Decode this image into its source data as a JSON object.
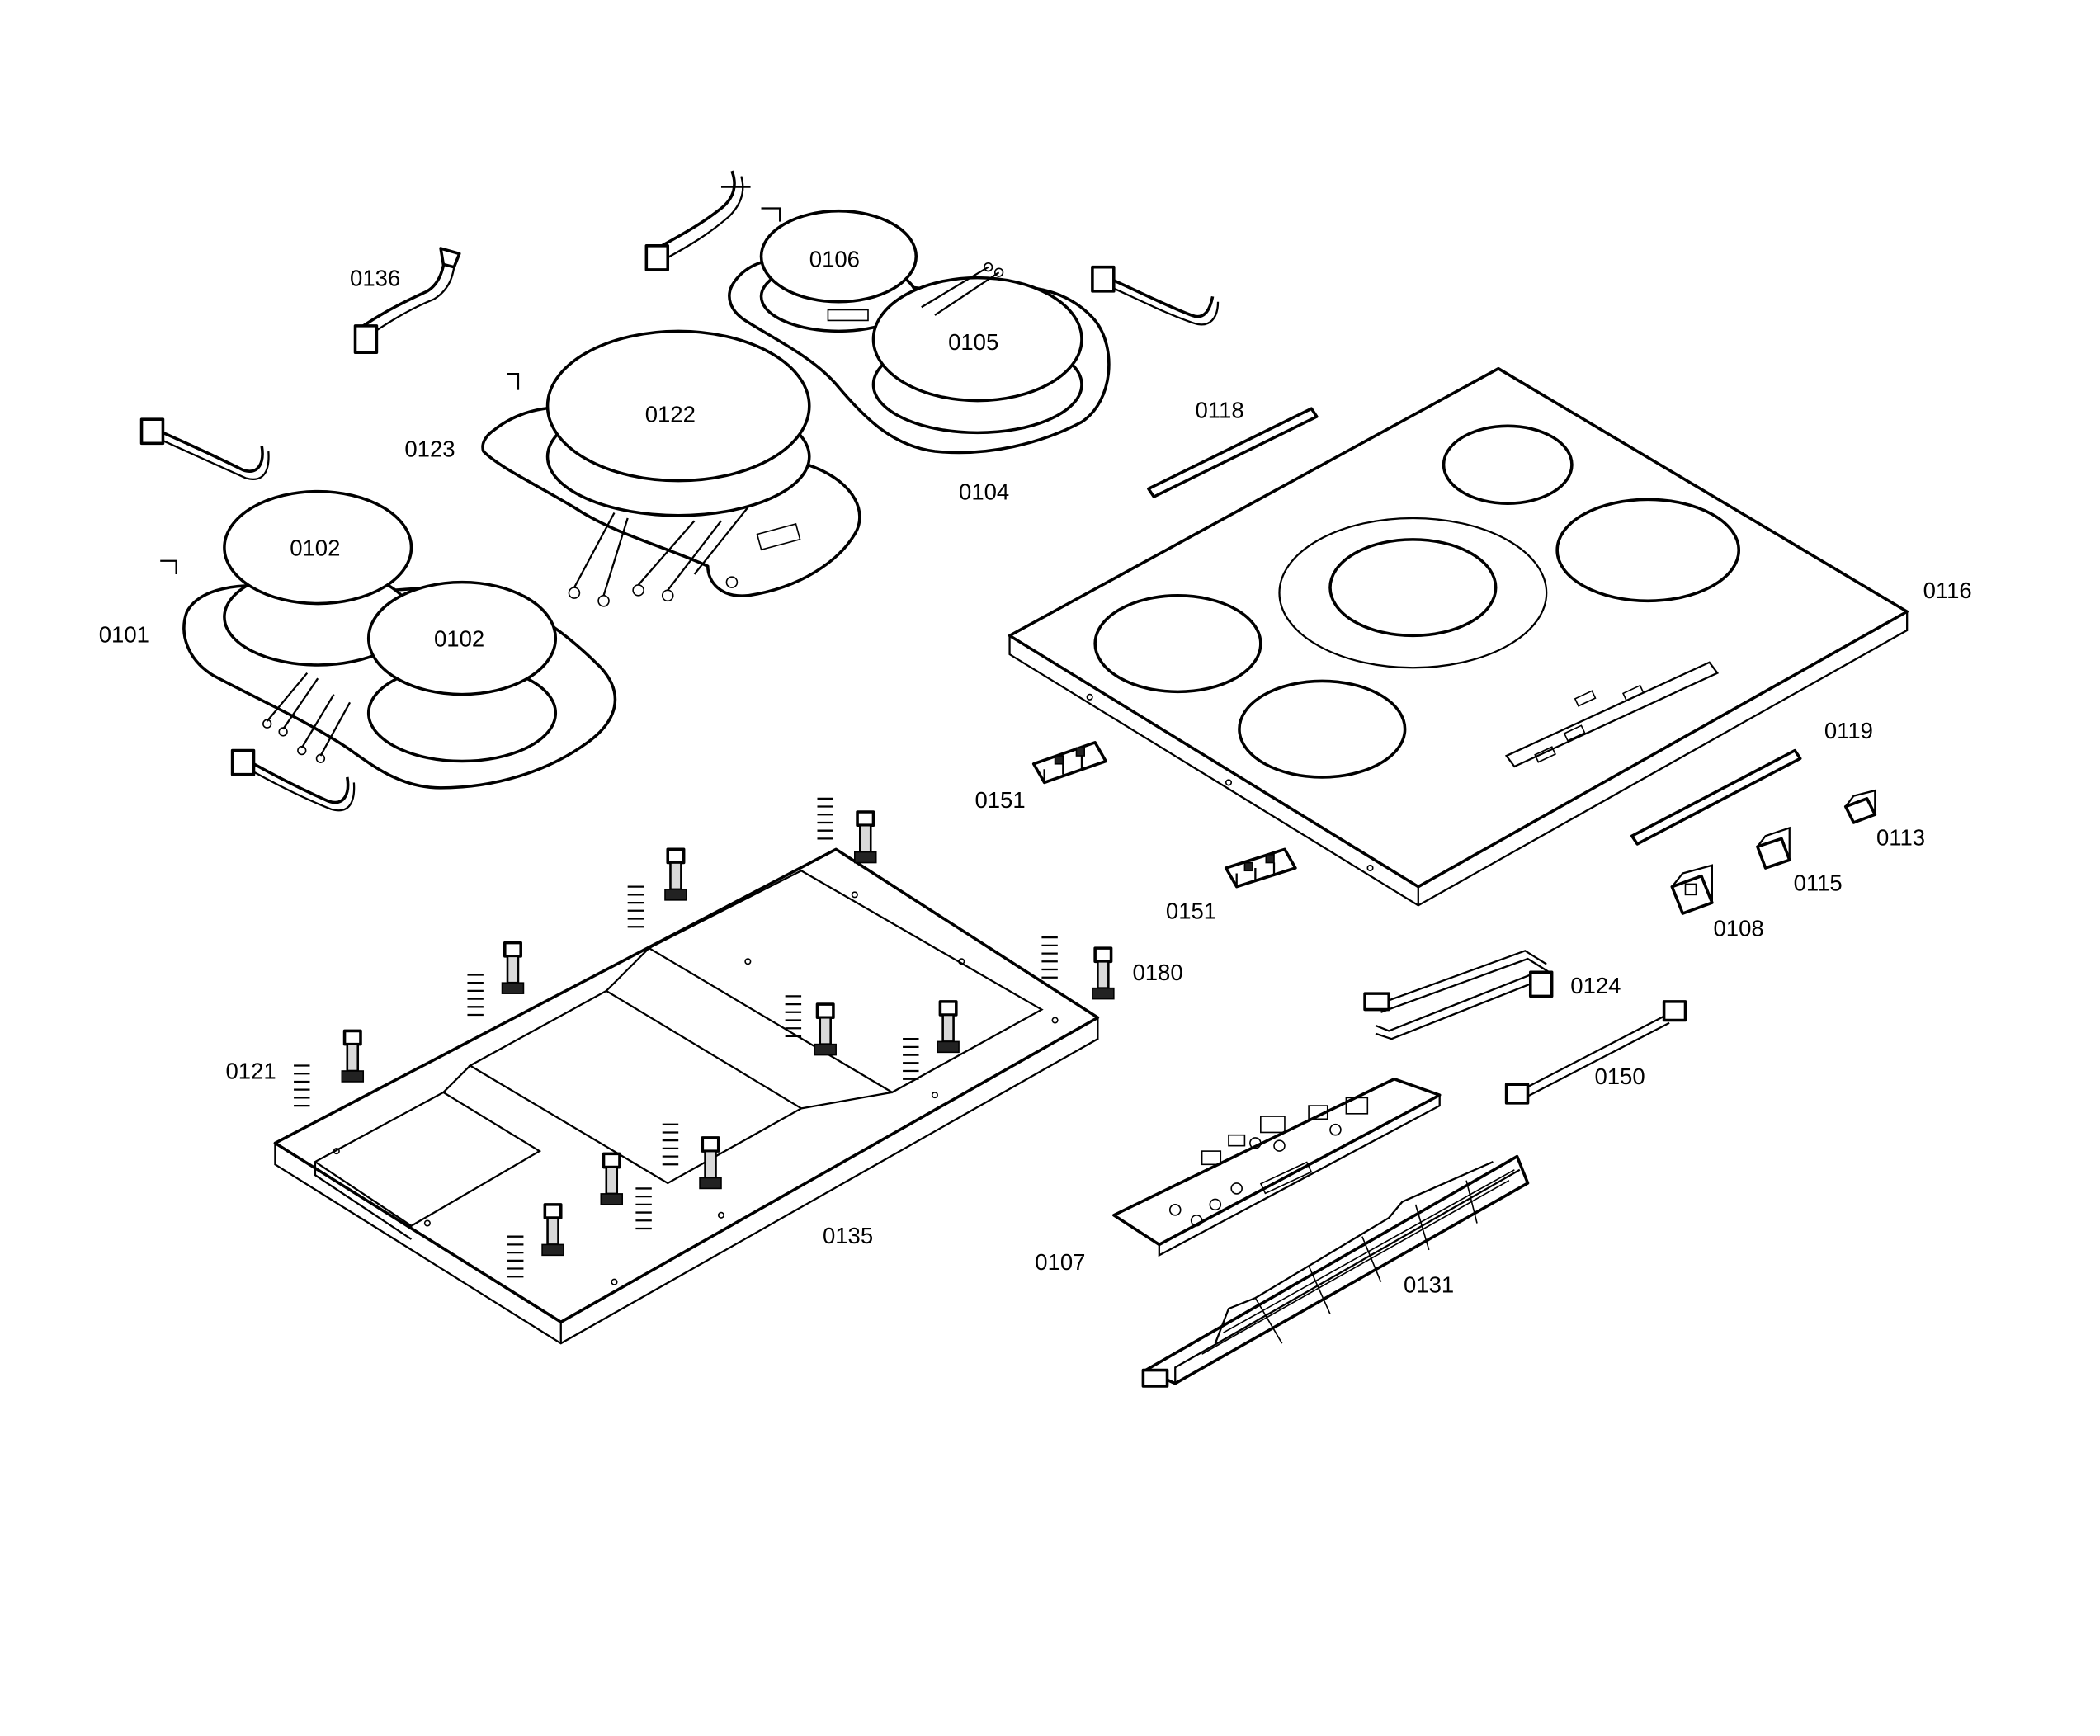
{
  "labels": {
    "l0136": "0136",
    "l0106": "0106",
    "l0105": "0105",
    "l0122": "0122",
    "l0123": "0123",
    "l0104": "0104",
    "l0118": "0118",
    "l0102a": "0102",
    "l0102b": "0102",
    "l0101": "0101",
    "l0116": "0116",
    "l0119": "0119",
    "l0151a": "0151",
    "l0151b": "0151",
    "l0113": "0113",
    "l0115": "0115",
    "l0108": "0108",
    "l0180": "0180",
    "l0124": "0124",
    "l0121": "0121",
    "l0150": "0150",
    "l0135": "0135",
    "l0107": "0107",
    "l0131": "0131"
  }
}
